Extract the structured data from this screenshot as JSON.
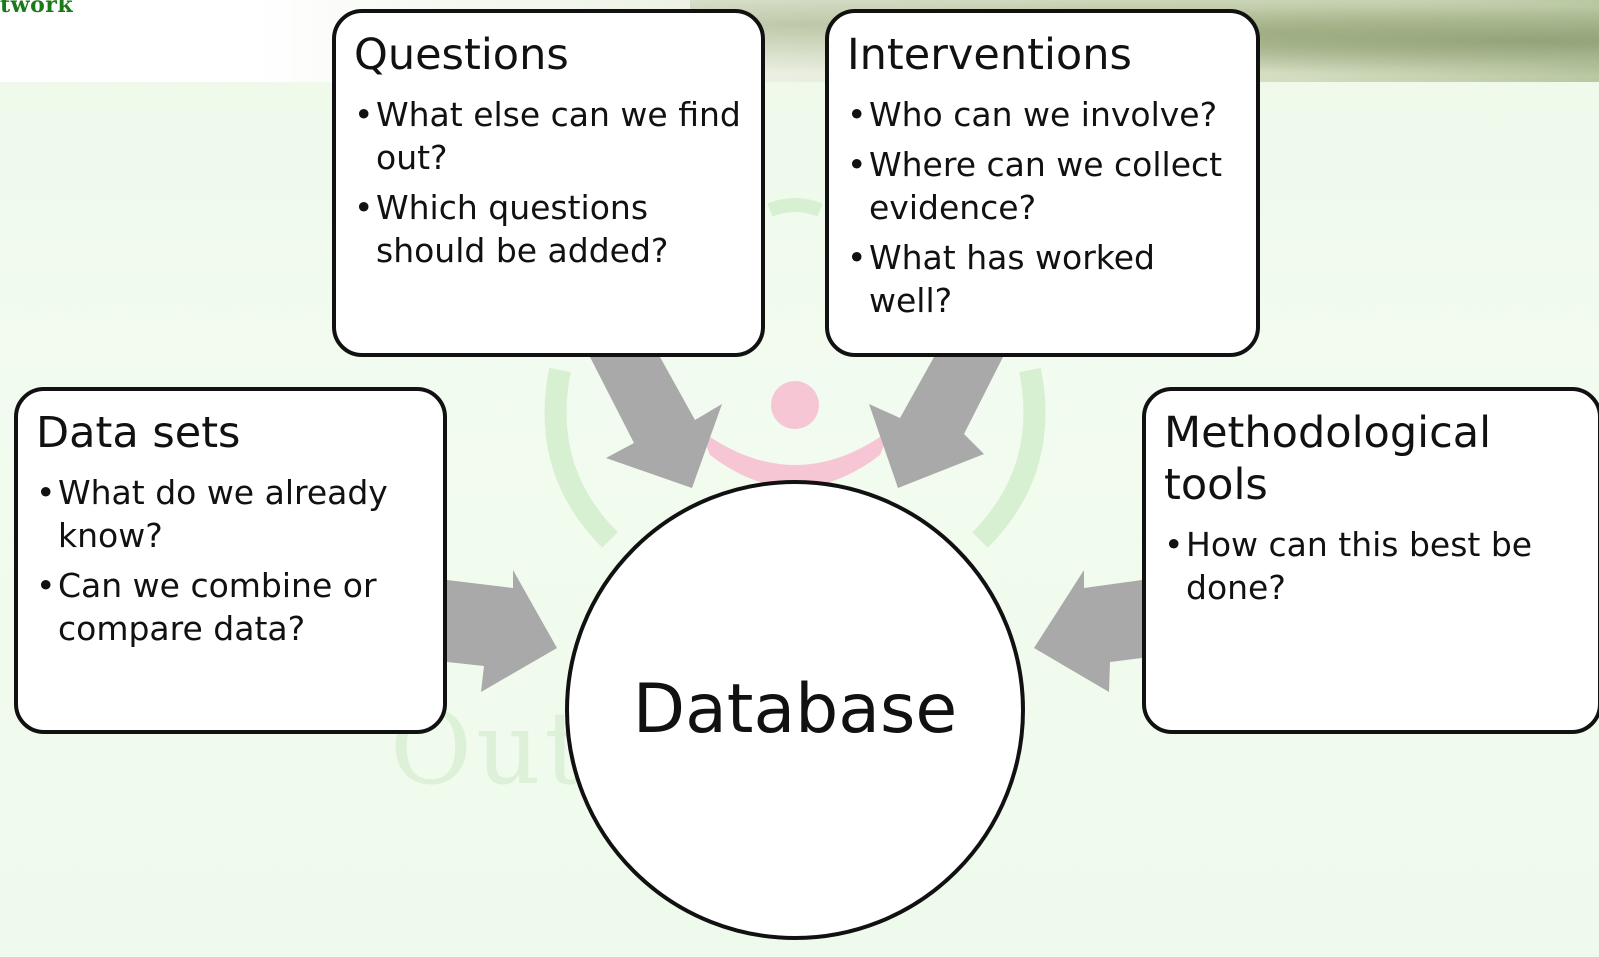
{
  "header": {
    "corner_text": "twork"
  },
  "watermark": {
    "text": "Outer        ealth"
  },
  "center": {
    "label": "Database"
  },
  "boxes": {
    "questions": {
      "title": "Questions",
      "items": [
        "What else can we find out?",
        "Which questions should be added?"
      ]
    },
    "interventions": {
      "title": "Interventions",
      "items": [
        "Who can we involve?",
        "Where can we collect evidence?",
        "What has worked well?"
      ]
    },
    "datasets": {
      "title": "Data sets",
      "items": [
        "What do we already know?",
        "Can we combine or compare data?"
      ]
    },
    "methodological": {
      "title": "Methodological tools",
      "items": [
        "How can this best be done?"
      ]
    }
  },
  "colors": {
    "arrow": "#a9a9a9",
    "box_border": "#111111",
    "background": "#eef9ea",
    "logo_pink": "#f7c6d4",
    "logo_green": "#d7f0d2",
    "corner_text": "#1a7a1a"
  }
}
